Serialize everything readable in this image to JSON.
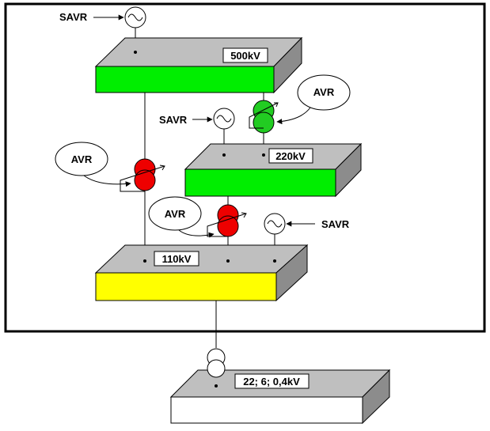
{
  "colors": {
    "frame": "#000000",
    "bus_top": "#bfbfbf",
    "bus_side": "#8c8c8c",
    "bus_500": "#00ee00",
    "bus_220": "#00ee00",
    "bus_110": "#ffff00",
    "bus_dist": "#ffffff",
    "trafo_red": "#ee0000",
    "trafo_green": "#22cc22"
  },
  "buses": {
    "b500": {
      "label": "500kV"
    },
    "b220": {
      "label": "220kV"
    },
    "b110": {
      "label": "110kV"
    },
    "bdist": {
      "label": "22; 6; 0,4kV"
    }
  },
  "labels": {
    "savr_top": "SAVR",
    "savr_mid": "SAVR",
    "savr_right": "SAVR",
    "avr_right": "AVR",
    "avr_left": "AVR",
    "avr_lower": "AVR"
  },
  "icons": {
    "generator": "generator-icon",
    "transformer": "transformer-icon",
    "regulating_transformer": "regulating-transformer-icon"
  }
}
